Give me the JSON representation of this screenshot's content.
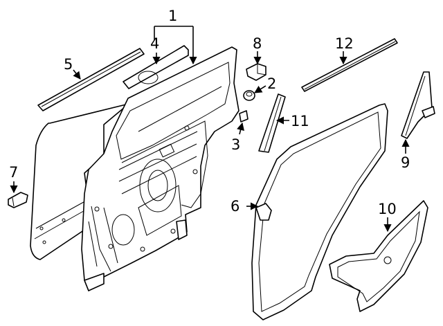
{
  "diagram": {
    "colors": {
      "line": "#000000",
      "background": "#ffffff",
      "fill_gray": "#e6e6e6"
    },
    "callouts": [
      {
        "id": "1",
        "label": "1"
      },
      {
        "id": "2",
        "label": "2"
      },
      {
        "id": "3",
        "label": "3"
      },
      {
        "id": "4",
        "label": "4"
      },
      {
        "id": "5",
        "label": "5"
      },
      {
        "id": "6",
        "label": "6"
      },
      {
        "id": "7",
        "label": "7"
      },
      {
        "id": "8",
        "label": "8"
      },
      {
        "id": "9",
        "label": "9"
      },
      {
        "id": "10",
        "label": "10"
      },
      {
        "id": "11",
        "label": "11"
      },
      {
        "id": "12",
        "label": "12"
      }
    ]
  }
}
